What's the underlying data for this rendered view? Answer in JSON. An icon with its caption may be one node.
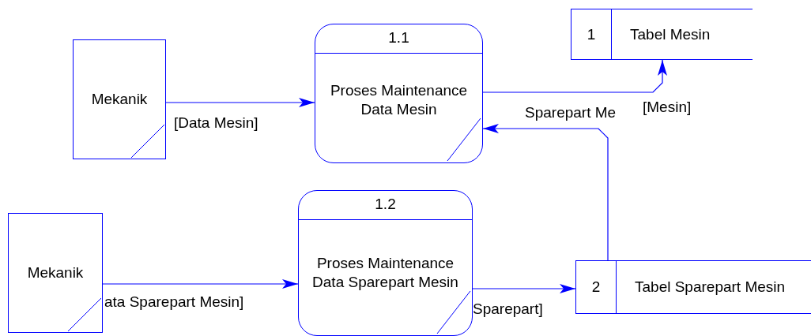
{
  "diagram": {
    "nodes": [
      {
        "text": [
          "Mekanik"
        ]
      },
      {
        "text": [
          "1.1",
          "Proses Maintenance Data Mesin"
        ]
      },
      {
        "text": [
          "1",
          "Tabel Mesin"
        ]
      },
      {
        "text": [
          "Mekanik"
        ]
      },
      {
        "text": [
          "1.2",
          "Proses Maintenance Data Sparepart Mesin"
        ]
      },
      {
        "text": [
          "2",
          "Tabel Sparepart Mesin"
        ]
      }
    ],
    "edges": [
      {
        "from": 0,
        "to": 1,
        "arrow": "to",
        "label": "[Data Mesin]"
      },
      {
        "from": 1,
        "to": 2,
        "arrow": "to",
        "label": "[Mesin]"
      },
      {
        "from": 5,
        "to": 1,
        "arrow": "to",
        "label": "Sparepart Me"
      },
      {
        "from": 3,
        "to": 4,
        "arrow": "to",
        "label": "ata Sparepart Mesin]"
      },
      {
        "from": 4,
        "to": 5,
        "arrow": "to",
        "label": "Sparepart]"
      }
    ]
  }
}
